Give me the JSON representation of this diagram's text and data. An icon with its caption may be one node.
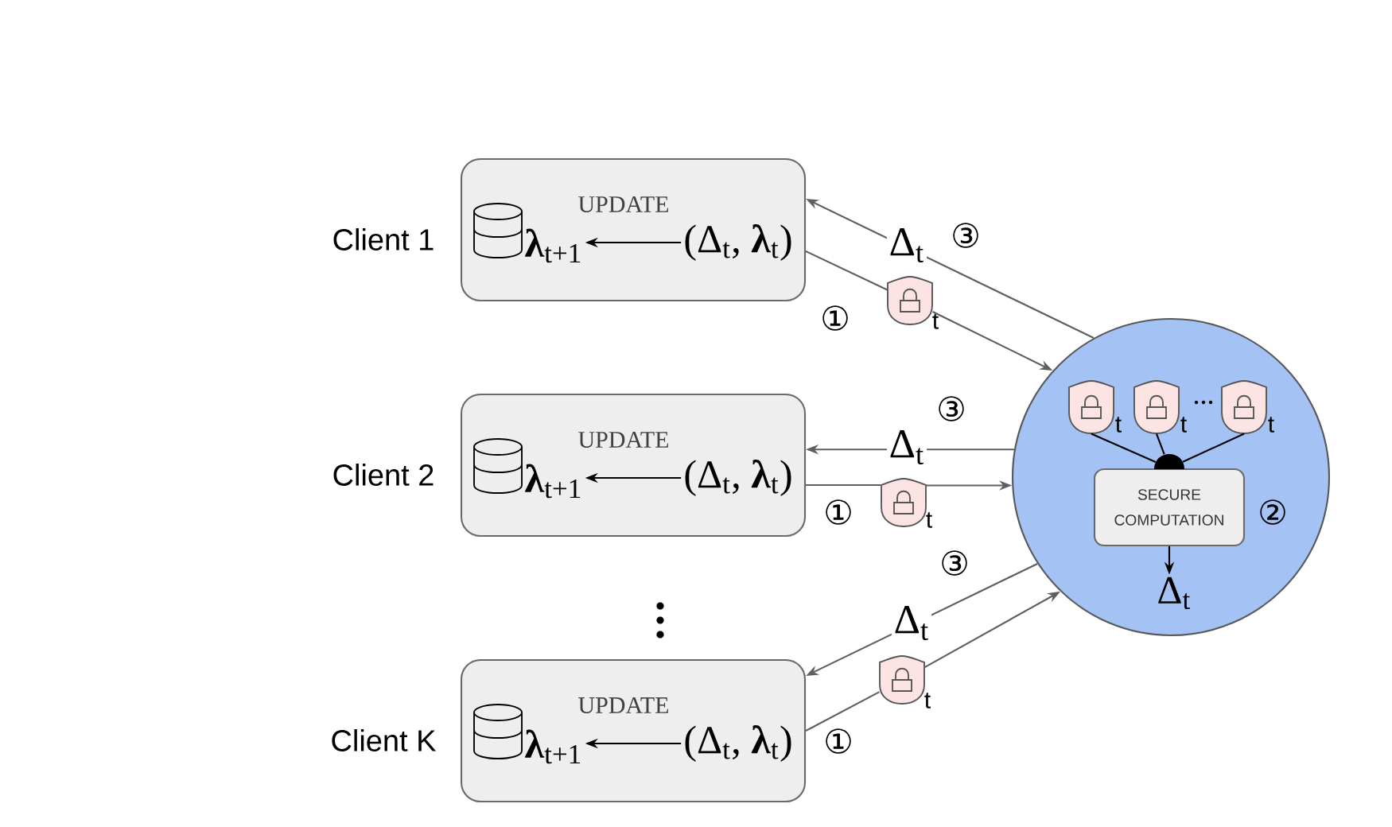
{
  "diagram": {
    "nodes": [
      {
        "text": [],
        "shape": "box",
        "beside": [
          "Client 1"
        ]
      },
      {
        "text": [
          "**λ**$_{t+1}$"
        ],
        "in": 0
      },
      {
        "text": [
          "(Δ$_{t}$, **λ**$_{t}$)"
        ],
        "in": 0
      },
      {
        "text": [],
        "shape": "shield",
        "beside": [
          "t"
        ]
      },
      {
        "text": [],
        "shape": "box",
        "beside": [
          "Client 2"
        ]
      },
      {
        "text": [
          "**λ**$_{t+1}$"
        ],
        "in": 4
      },
      {
        "text": [
          "(Δ$_{t}$, **λ**$_{t}$)"
        ],
        "in": 4
      },
      {
        "text": [],
        "shape": "shield",
        "beside": [
          "t"
        ]
      },
      {
        "text": [],
        "shape": "box",
        "beside": [
          "Client K"
        ]
      },
      {
        "text": [
          "**λ**$_{t+1}$"
        ],
        "in": 8
      },
      {
        "text": [
          "(Δ$_{t}$, **λ**$_{t}$)"
        ],
        "in": 8
      },
      {
        "text": [],
        "shape": "shield",
        "beside": [
          "t"
        ]
      },
      {
        "text": [],
        "shape": "circle"
      },
      {
        "text": [],
        "shape": "shield",
        "beside": [
          "t"
        ],
        "in": 12
      },
      {
        "text": [],
        "shape": "shield",
        "beside": [
          "t"
        ],
        "in": 12
      },
      {
        "text": [],
        "shape": "shield",
        "beside": [
          "t"
        ],
        "in": 12
      },
      {
        "text": [
          "SECURE COMPUTATION"
        ],
        "beside": [
          "②"
        ],
        "in": 12
      },
      {
        "text": [
          "Δ$_{t}$"
        ],
        "in": 12
      }
    ],
    "edges": [
      {
        "from": 2,
        "to": 1,
        "arrow": "to",
        "label": "UPDATE",
        "color": "#000000"
      },
      {
        "from": 6,
        "to": 5,
        "arrow": "to",
        "label": "UPDATE",
        "color": "#000000"
      },
      {
        "from": 10,
        "to": 9,
        "arrow": "to",
        "label": "UPDATE",
        "color": "#000000"
      },
      {
        "from": 0,
        "to": 3,
        "arrow": "none"
      },
      {
        "from": 3,
        "to": 12,
        "arrow": "to"
      },
      {
        "from": 12,
        "to": 0,
        "arrow": "to",
        "label": "Δ$_{t}$"
      },
      {
        "from": 4,
        "to": 7,
        "arrow": "none"
      },
      {
        "from": 7,
        "to": 12,
        "arrow": "to"
      },
      {
        "from": 12,
        "to": 4,
        "arrow": "to",
        "label": "Δ$_{t}$"
      },
      {
        "from": 8,
        "to": 11,
        "arrow": "none"
      },
      {
        "from": 11,
        "to": 12,
        "arrow": "to"
      },
      {
        "from": 12,
        "to": 8,
        "arrow": "to",
        "label": "Δ$_{t}$"
      },
      {
        "from": 13,
        "to": 16,
        "arrow": "none",
        "color": "#000000"
      },
      {
        "from": 14,
        "to": 16,
        "arrow": "none",
        "color": "#000000"
      },
      {
        "from": 15,
        "to": 16,
        "arrow": "none",
        "color": "#000000"
      },
      {
        "from": 16,
        "to": 17,
        "arrow": "to",
        "color": "#000000"
      }
    ],
    "labels": [
      "③",
      "①",
      "③",
      "①",
      "③",
      "①"
    ]
  }
}
